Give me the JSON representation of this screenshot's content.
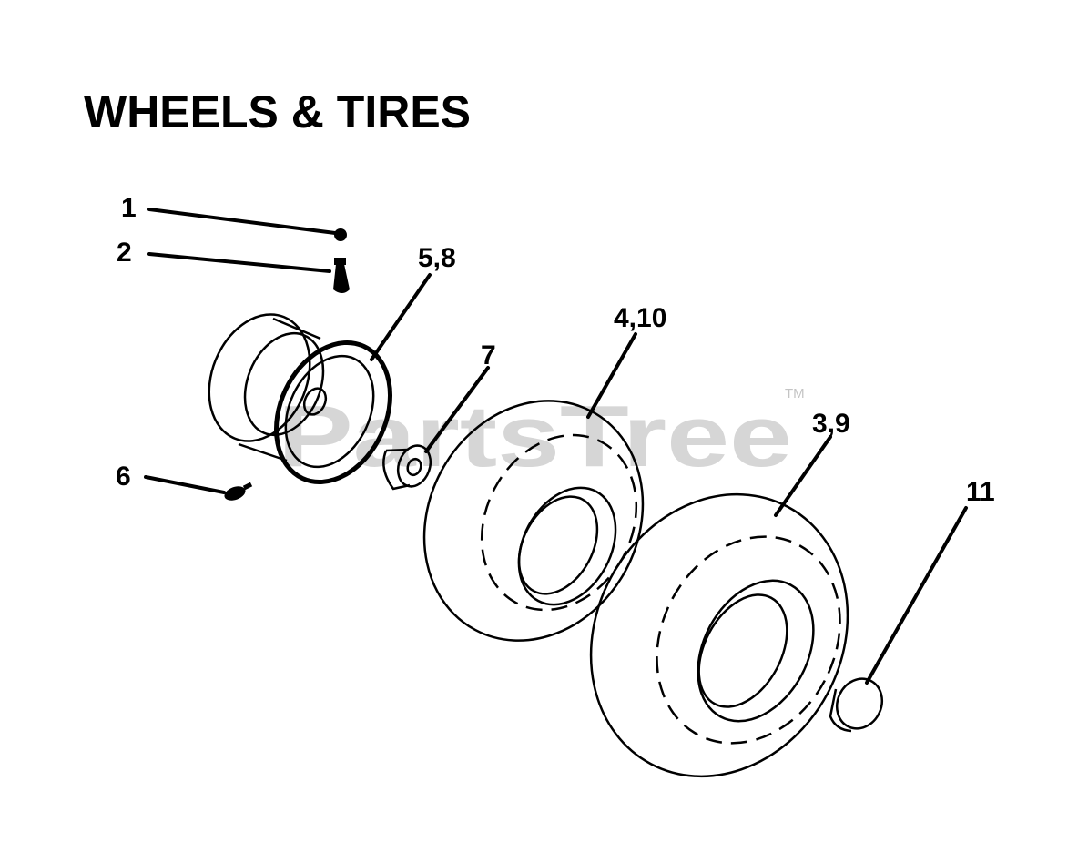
{
  "title": "WHEELS & TIRES",
  "watermark": {
    "text": "PartsTree",
    "trademark": "TM",
    "color": "#cfcfcf"
  },
  "callouts": [
    {
      "id": "1",
      "label": "1"
    },
    {
      "id": "2",
      "label": "2"
    },
    {
      "id": "5-8",
      "label": "5,8"
    },
    {
      "id": "4-10",
      "label": "4,10"
    },
    {
      "id": "7",
      "label": "7"
    },
    {
      "id": "3-9",
      "label": "3,9"
    },
    {
      "id": "6",
      "label": "6"
    },
    {
      "id": "11",
      "label": "11"
    }
  ]
}
